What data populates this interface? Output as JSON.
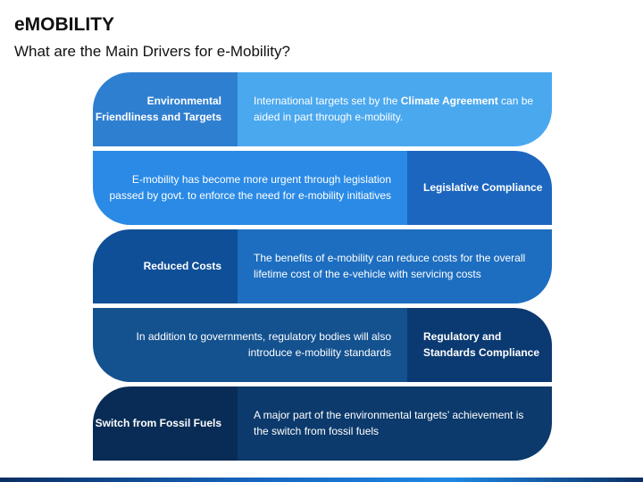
{
  "header": {
    "title": "eMOBILITY",
    "subtitle": "What are the Main Drivers for e-Mobility?"
  },
  "drivers": [
    {
      "label": "Environmental Friendliness and Targets",
      "desc_pre": "International targets set by the ",
      "desc_bold": "Climate Agreement",
      "desc_post": " can be aided in part through e-mobility.",
      "label_color": "#2f7fd1",
      "desc_color": "#4aa8ef"
    },
    {
      "label": "Legislative Compliance",
      "desc": "E-mobility has become more urgent through legislation passed by govt. to enforce the need for e-mobility initiatives",
      "label_color": "#1c66bf",
      "desc_color": "#2a8ae6"
    },
    {
      "label": "Reduced Costs",
      "desc": "The benefits of e-mobility can reduce costs for the overall lifetime cost of the e-vehicle with servicing costs",
      "label_color": "#0f4f97",
      "desc_color": "#1d6ec0"
    },
    {
      "label": "Regulatory and Standards Compliance",
      "desc": "In addition to governments, regulatory bodies will also introduce e-mobility standards",
      "label_color": "#0b3a72",
      "desc_color": "#13518f"
    },
    {
      "label": "Switch from Fossil Fuels",
      "desc": "A major part of the environmental targets’ achievement is the switch from fossil fuels",
      "label_color": "#082c55",
      "desc_color": "#0c3a6c"
    }
  ]
}
